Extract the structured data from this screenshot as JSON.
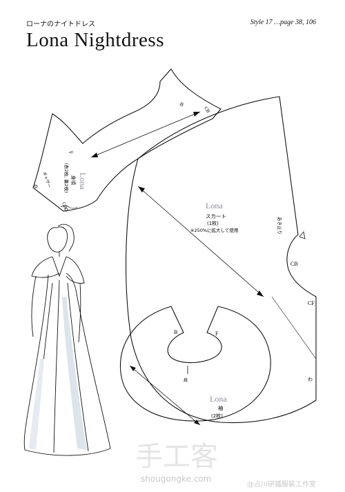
{
  "header": {
    "jp_title": "ローナのナイトドレス",
    "title": "Lona Nightdress",
    "style_ref": "Style 17 …page 38, 106"
  },
  "bodice": {
    "label_lona": "Lona",
    "label_name": "身頃",
    "label_count": "(表2枚, 裏2枚)",
    "mark_b": "B",
    "mark_cb_top": "CB",
    "mark_cb_bottom": "CB",
    "mark_f": "F",
    "gather": "ギャザー"
  },
  "skirt": {
    "label_lona": "Lona",
    "label_name": "スカート",
    "label_count": "(1枚)",
    "label_note": "※250%に拡大して使用",
    "opening": "あき止り",
    "mark_cb": "CB",
    "mark_cf": "CF",
    "mark_wa": "わ"
  },
  "sleeve": {
    "label_lona": "Lona",
    "label_name": "袖",
    "label_count": "(2枚)",
    "mark_b": "B",
    "mark_f": "F",
    "mark_shoulder": "肩"
  },
  "watermark": {
    "big": "手工客",
    "url": "shougongke.com",
    "credit": "@占川研鐵服裝工作室"
  }
}
